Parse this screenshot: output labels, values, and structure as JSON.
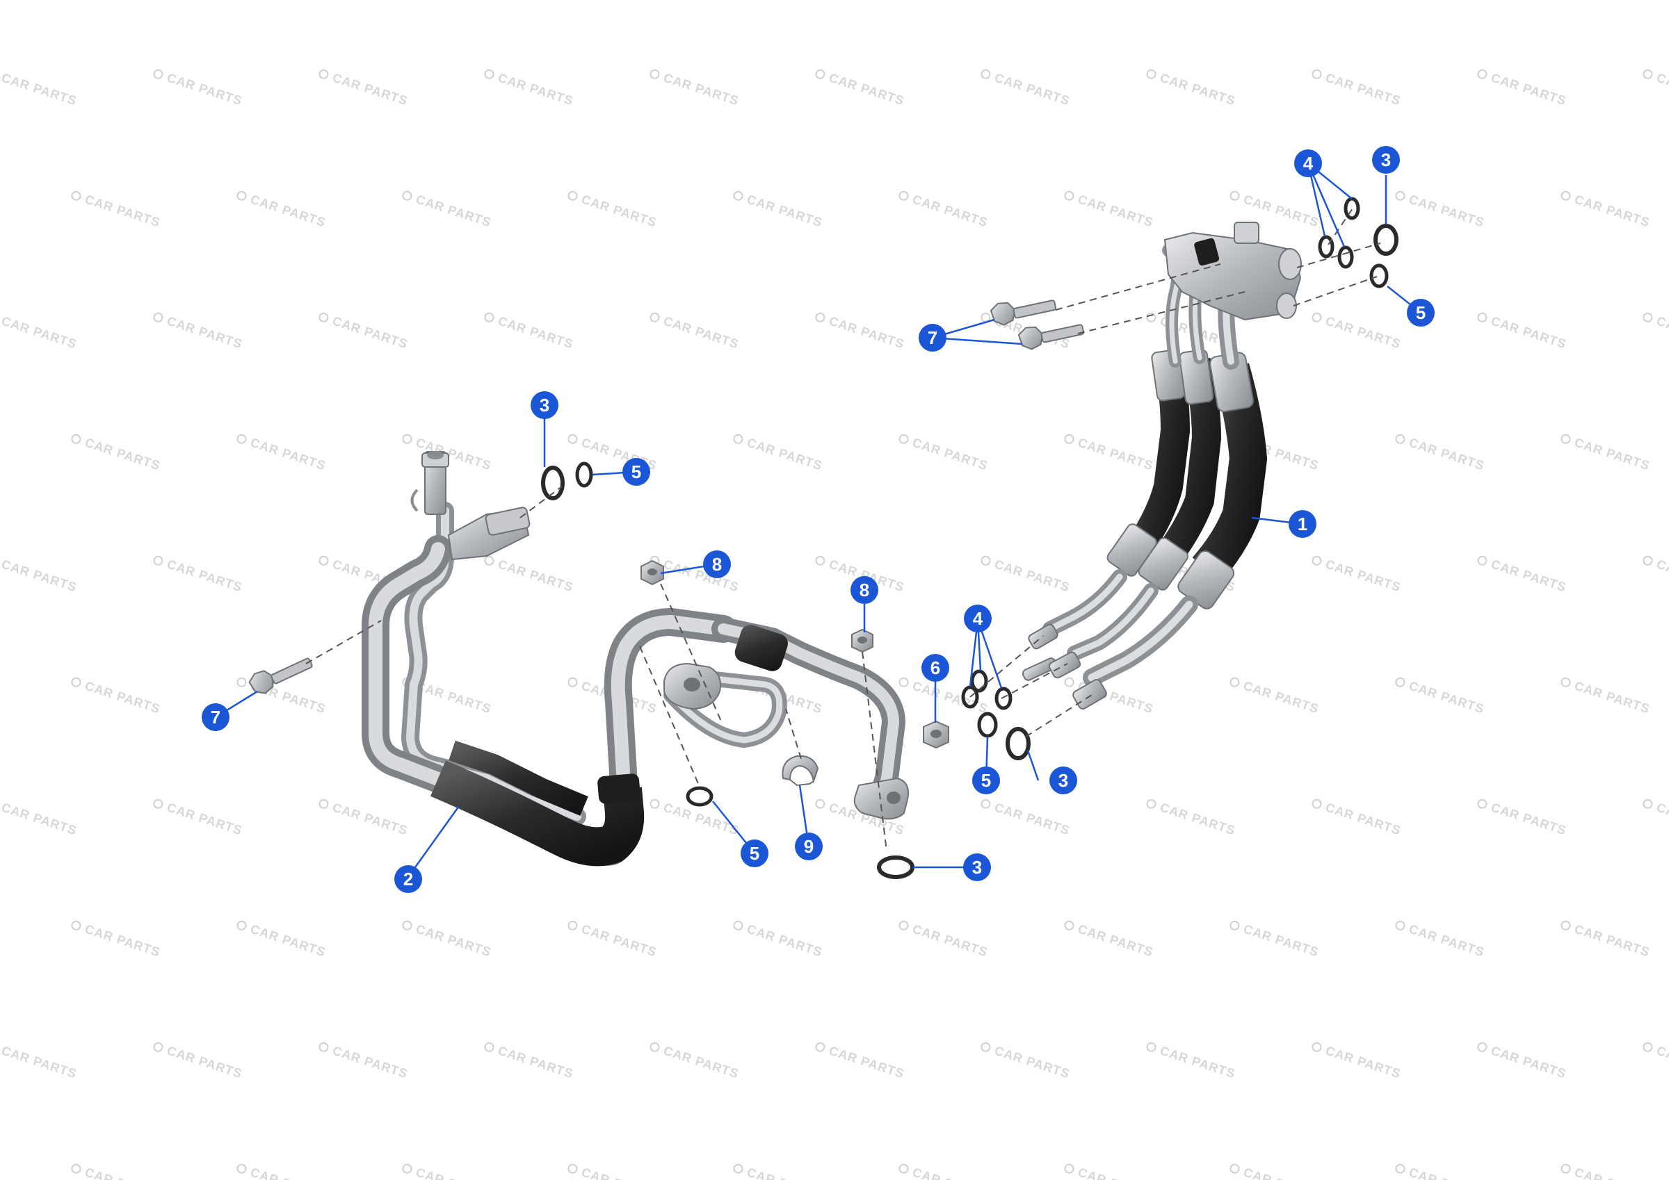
{
  "watermark": {
    "text": "CAR PARTS",
    "color": "#d0d0d0"
  },
  "colors": {
    "callout": "#1a56d6",
    "leader": "#1a56d6",
    "dashed": "#555555",
    "metal": "#b9bcc0",
    "metal_dark": "#7d8186",
    "rubber": "#2b2b2b",
    "rubber_hi": "#555555"
  },
  "callouts": [
    {
      "id": "c-1",
      "number": "1"
    },
    {
      "id": "c-2",
      "number": "2"
    },
    {
      "id": "c-3a",
      "number": "3"
    },
    {
      "id": "c-3b",
      "number": "3"
    },
    {
      "id": "c-3c",
      "number": "3"
    },
    {
      "id": "c-3d",
      "number": "3"
    },
    {
      "id": "c-4a",
      "number": "4"
    },
    {
      "id": "c-4b",
      "number": "4"
    },
    {
      "id": "c-5a",
      "number": "5"
    },
    {
      "id": "c-5b",
      "number": "5"
    },
    {
      "id": "c-5c",
      "number": "5"
    },
    {
      "id": "c-5d",
      "number": "5"
    },
    {
      "id": "c-6",
      "number": "6"
    },
    {
      "id": "c-7a",
      "number": "7"
    },
    {
      "id": "c-7b",
      "number": "7"
    },
    {
      "id": "c-8a",
      "number": "8"
    },
    {
      "id": "c-8b",
      "number": "8"
    },
    {
      "id": "c-9",
      "number": "9"
    }
  ]
}
